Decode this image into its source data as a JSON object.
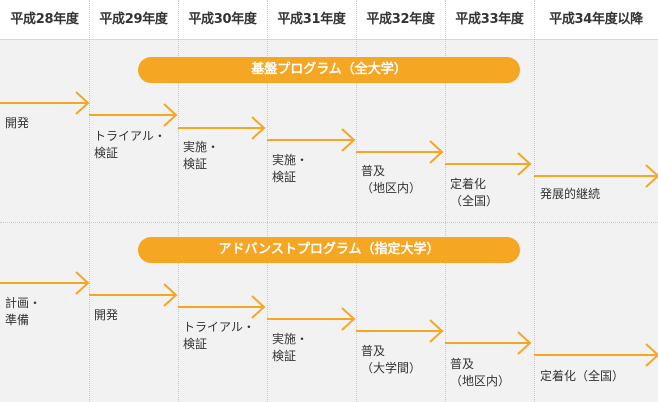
{
  "colors": {
    "accent": "#f5a623",
    "header_bg": "#ffffff",
    "background": "#f2f2f2"
  },
  "years": [
    "平成28年度",
    "平成29年度",
    "平成30年度",
    "平成31年度",
    "平成32年度",
    "平成33年度",
    "平成34年度以降"
  ],
  "programs": [
    {
      "title": "基盤プログラム（全大学）",
      "stages": [
        {
          "label": "開発"
        },
        {
          "label": "トライアル・\n検証"
        },
        {
          "label": "実施・\n検証"
        },
        {
          "label": "実施・\n検証"
        },
        {
          "label": "普及\n（地区内）"
        },
        {
          "label": "定着化\n（全国）"
        },
        {
          "label": "発展的継続"
        }
      ]
    },
    {
      "title": "アドバンストプログラム（指定大学）",
      "stages": [
        {
          "label": "計画・\n準備"
        },
        {
          "label": "開発"
        },
        {
          "label": "トライアル・\n検証"
        },
        {
          "label": "実施・\n検証"
        },
        {
          "label": "普及\n（大学間）"
        },
        {
          "label": "普及\n（地区内）"
        },
        {
          "label": "定着化（全国）"
        }
      ]
    }
  ]
}
